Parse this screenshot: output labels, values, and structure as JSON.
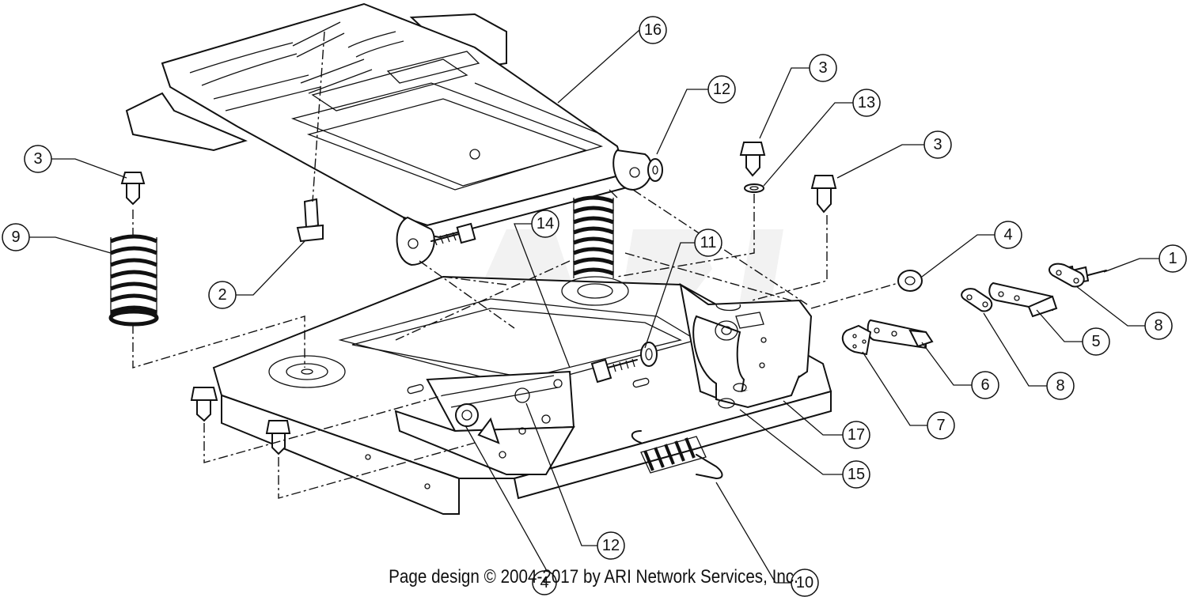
{
  "footer": "Page design © 2004-2017 by ARI Network Services, Inc.",
  "callouts": [
    {
      "id": "c16",
      "label": "16"
    },
    {
      "id": "c12a",
      "label": "12"
    },
    {
      "id": "c3a",
      "label": "3"
    },
    {
      "id": "c13",
      "label": "13"
    },
    {
      "id": "c3b",
      "label": "3"
    },
    {
      "id": "c3c",
      "label": "3"
    },
    {
      "id": "c9",
      "label": "9"
    },
    {
      "id": "c14",
      "label": "14"
    },
    {
      "id": "c2",
      "label": "2"
    },
    {
      "id": "c11",
      "label": "11"
    },
    {
      "id": "c4",
      "label": "4"
    },
    {
      "id": "c1",
      "label": "1"
    },
    {
      "id": "c8a",
      "label": "8"
    },
    {
      "id": "c5",
      "label": "5"
    },
    {
      "id": "c8b",
      "label": "8"
    },
    {
      "id": "c6",
      "label": "6"
    },
    {
      "id": "c7",
      "label": "7"
    },
    {
      "id": "c17",
      "label": "17"
    },
    {
      "id": "c15",
      "label": "15"
    },
    {
      "id": "c12b",
      "label": "12"
    },
    {
      "id": "c10",
      "label": "10"
    },
    {
      "id": "c4b",
      "label": "4"
    }
  ]
}
